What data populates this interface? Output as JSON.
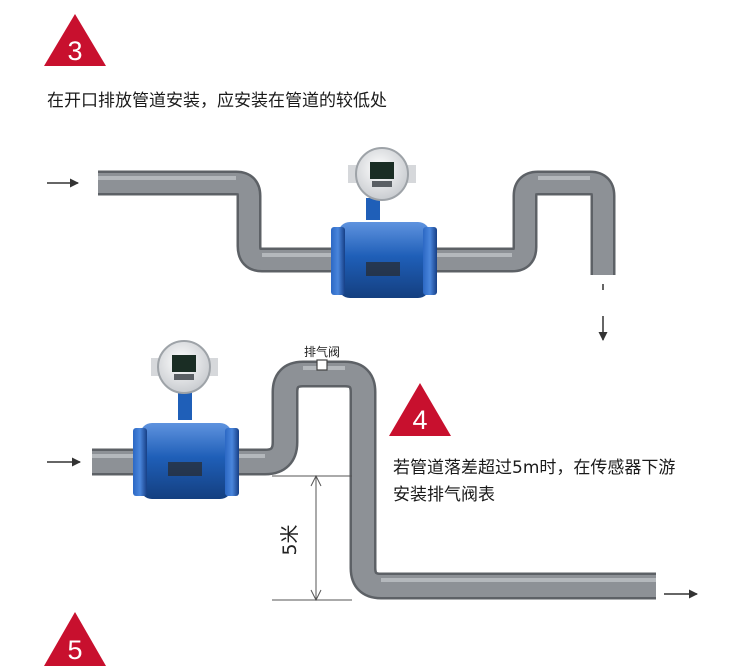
{
  "steps": [
    {
      "number": "3",
      "text": "在开口排放管道安装，应安装在管道的较低处"
    },
    {
      "number": "4",
      "lines": [
        "若管道落差超过5m时，在传感器下游",
        "安装排气阀表"
      ]
    },
    {
      "number": "5"
    }
  ],
  "labels": {
    "exhaust_valve": "排气阀",
    "drop_height": "5米"
  },
  "colors": {
    "badge": "#c8102e",
    "pipe": "#8a8e93",
    "pipe_dark": "#5d6166",
    "meter_body": "#1f5fb8",
    "meter_dark": "#143f80",
    "arrow": "#333333"
  },
  "icons": [
    "warning-triangle-icon",
    "flow-arrow-icon",
    "electromagnetic-flowmeter-icon",
    "exhaust-valve-icon"
  ]
}
